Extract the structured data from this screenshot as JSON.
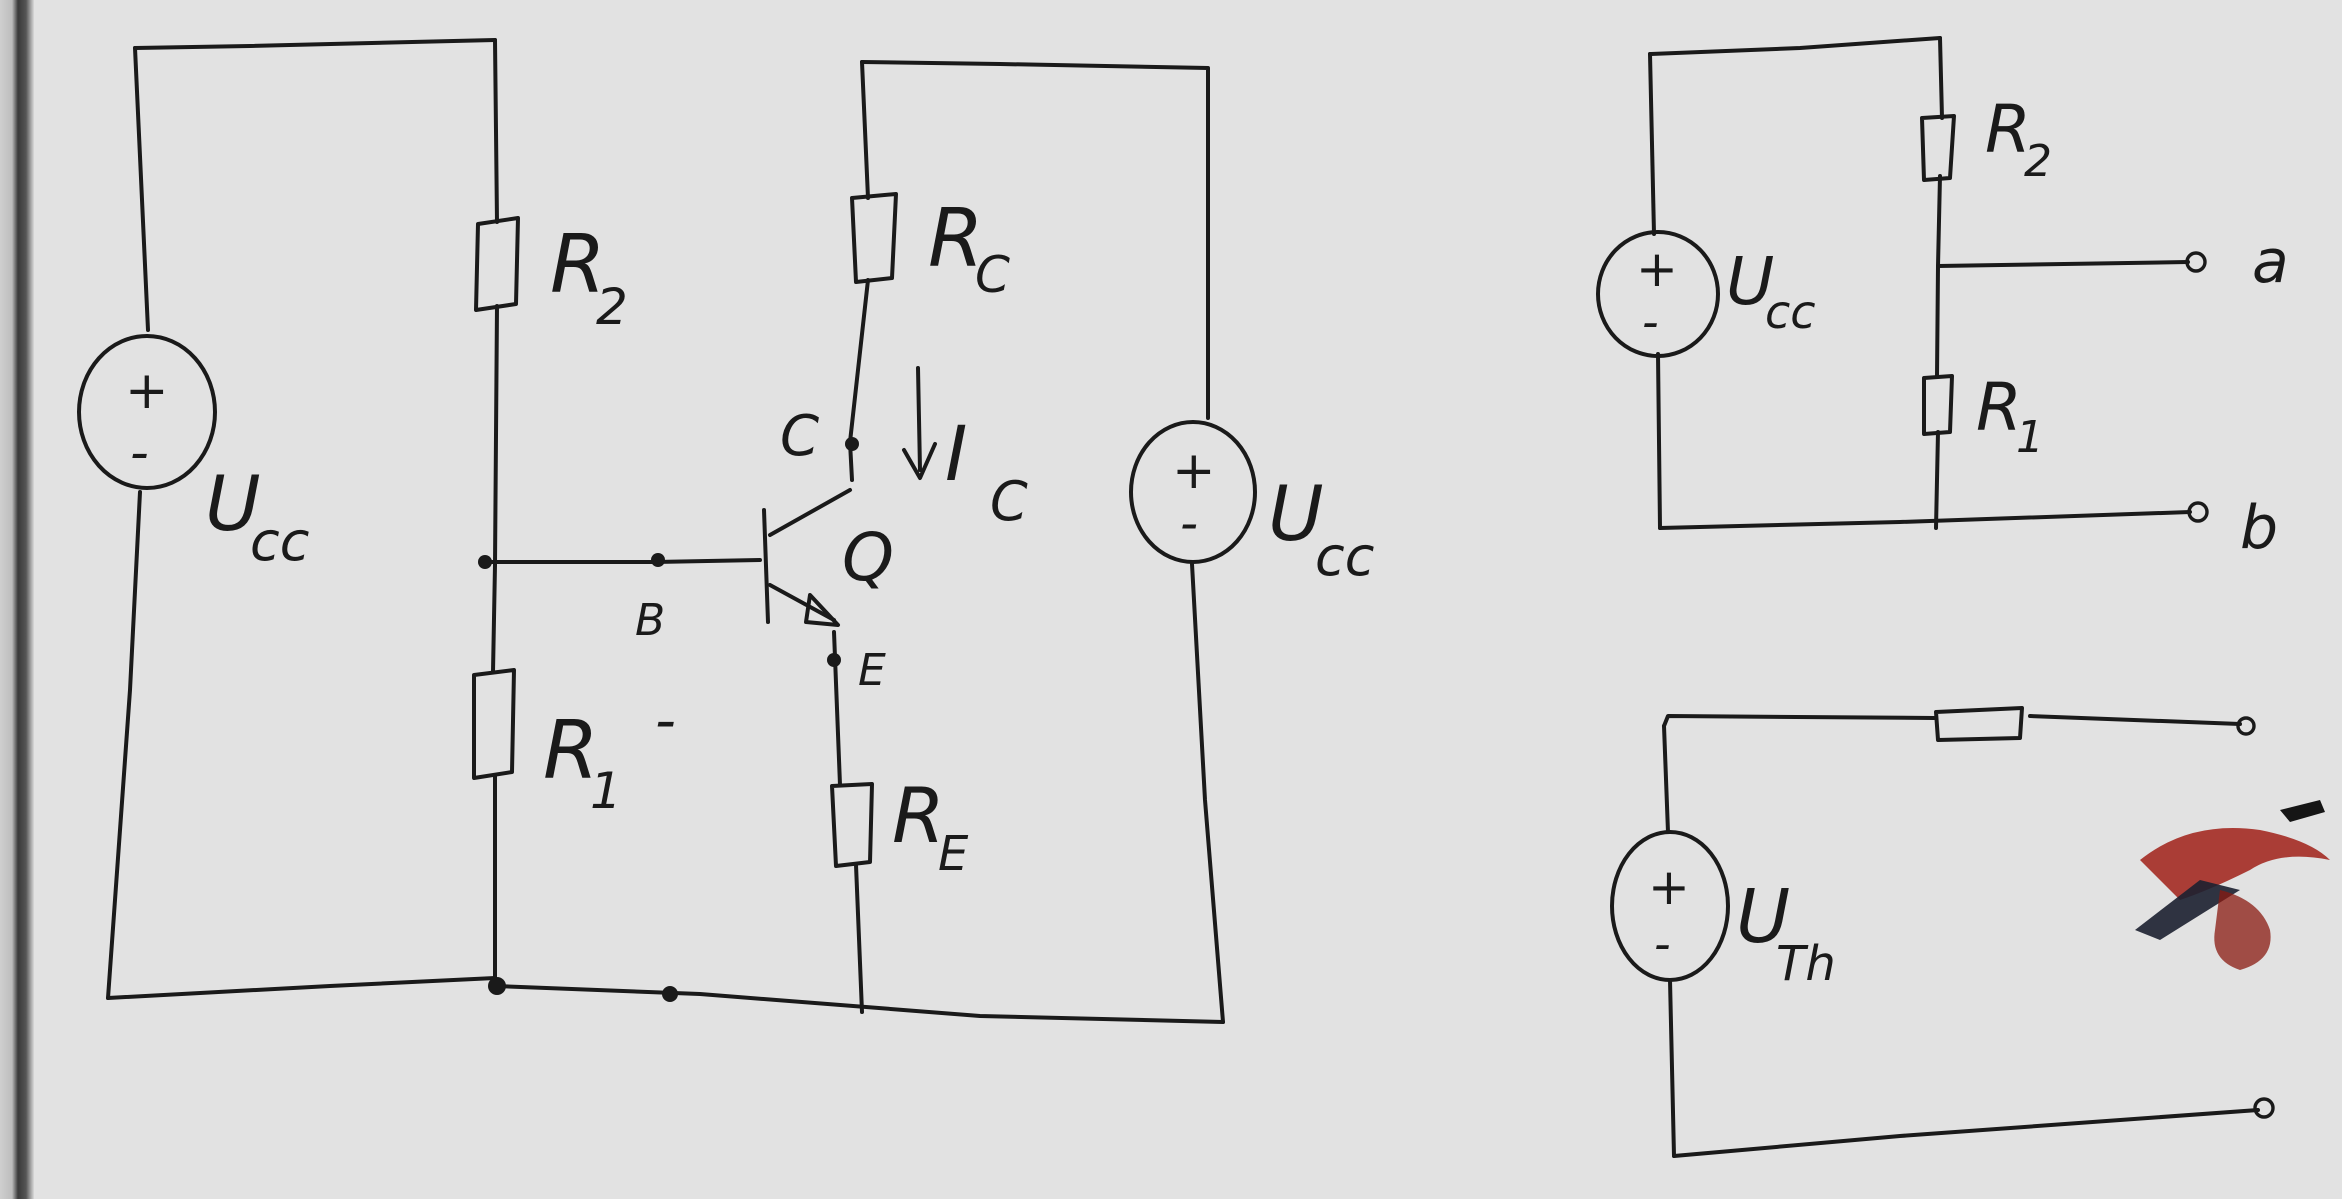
{
  "main_circuit": {
    "source_left": {
      "plus": "+",
      "minus": "-",
      "label": "U",
      "sub": "cc"
    },
    "source_right": {
      "plus": "+",
      "minus": "-",
      "label": "U",
      "sub": "cc"
    },
    "r2": {
      "label": "R",
      "sub": "2"
    },
    "r1": {
      "label": "R",
      "sub": "1"
    },
    "rc": {
      "label": "R",
      "sub": "C"
    },
    "re": {
      "label": "R",
      "sub": "E"
    },
    "transistor": "Q",
    "node_b": "B",
    "node_c": "C",
    "node_e": "E",
    "current": {
      "label": "I",
      "sub": "C"
    },
    "dash": "-"
  },
  "divider_circuit": {
    "source": {
      "plus": "+",
      "minus": "-",
      "label": "U",
      "sub": "cc"
    },
    "r2": {
      "label": "R",
      "sub": "2"
    },
    "r1": {
      "label": "R",
      "sub": "1"
    },
    "terminal_a": "a",
    "terminal_b": "b"
  },
  "thevenin_circuit": {
    "source": {
      "plus": "+",
      "minus": "-",
      "label": "U",
      "sub": "Th"
    }
  }
}
